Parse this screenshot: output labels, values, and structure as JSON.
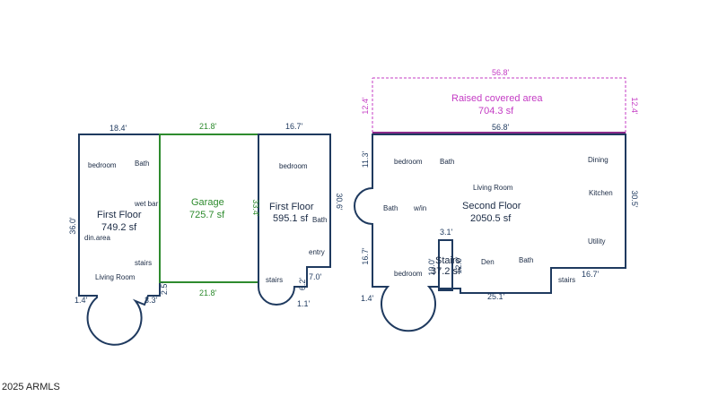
{
  "left_plan": {
    "first_floor_a": {
      "name": "First Floor",
      "area": "749.2 sf"
    },
    "garage": {
      "name": "Garage",
      "area": "725.7 sf"
    },
    "first_floor_b": {
      "name": "First Floor",
      "area": "595.1 sf"
    },
    "rooms": {
      "bedroom_a": "bedroom",
      "bath_a": "Bath",
      "wet_bar": "wet bar",
      "din_area": "din.area",
      "stairs_a": "stairs",
      "living_room": "Living Room",
      "bedroom_b": "bedroom",
      "bath_b": "Bath",
      "entry": "entry",
      "stairs_b": "stairs"
    },
    "dims": {
      "top_a": "18.4'",
      "top_garage": "21.8'",
      "top_b": "16.7'",
      "left_a": "36.0'",
      "right_garage": "33.4'",
      "right_b": "30.6'",
      "bottom_garage": "21.8'",
      "small_a1": "1.4'",
      "small_a2": "3.3'",
      "small_a3": "2.5'",
      "small_b1": "7.0'",
      "small_b2": "6.2'",
      "small_b3": "1.1'"
    }
  },
  "right_plan": {
    "raised": {
      "name": "Raised covered area",
      "area": "704.3 sf",
      "top": "56.8'",
      "side_left": "12.4'",
      "side_right": "12.4'"
    },
    "second_floor": {
      "name": "Second Floor",
      "area": "2050.5 sf"
    },
    "stairs": {
      "name": "Stairs",
      "area": "37.2 sf"
    },
    "rooms": {
      "bedroom_top": "bedroom",
      "bath_top": "Bath",
      "living_room": "Living Room",
      "dining": "Dining",
      "kitchen": "Kitchen",
      "bath_left": "Bath",
      "wic": "w/in",
      "utility": "Utility",
      "bedroom_bottom": "bedroom",
      "den": "Den",
      "bath_bottom": "Bath",
      "stairs_label": "stairs"
    },
    "dims": {
      "top": "56.8'",
      "left_upper": "11.3'",
      "right": "30.5'",
      "left_lower": "16.7'",
      "stair_w": "3.1'",
      "bottom_mid": "25.1'",
      "bottom_right": "16.7'",
      "bottom_left": "1.4'",
      "stair_h1": "10.0'",
      "stair_h2": "12.0'"
    }
  },
  "copyright": "2025 ARMLS"
}
